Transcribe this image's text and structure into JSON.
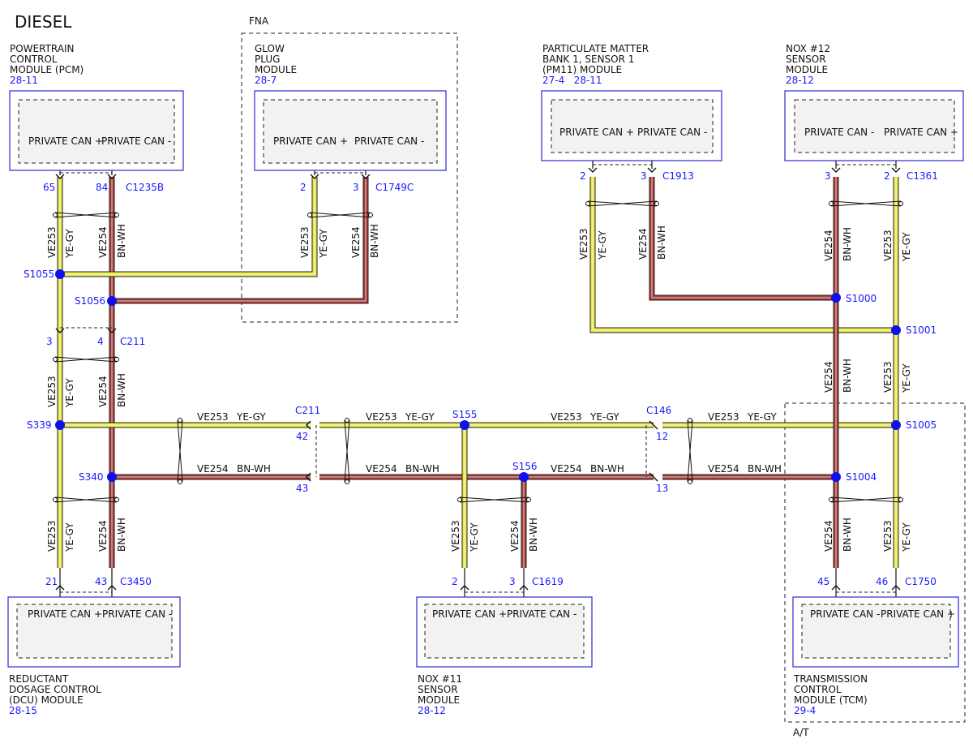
{
  "title": "DIESEL",
  "fna_label": "FNA",
  "at_label": "A/T",
  "colors": {
    "can_high": "#e8e84a",
    "can_low": "#a93b3b",
    "ref_blue": "#1a1aff",
    "splice_blue": "#1010ee",
    "module_fill": "#f2f2f2"
  },
  "modules": {
    "pcm": {
      "name": [
        "POWERTRAIN",
        "CONTROL",
        "MODULE (PCM)"
      ],
      "ref": "28-11",
      "pins": [
        "PRIVATE CAN +",
        "PRIVATE CAN -"
      ]
    },
    "gpm": {
      "name": [
        "GLOW",
        "PLUG",
        "MODULE"
      ],
      "ref": "28-7",
      "pins": [
        "PRIVATE CAN +",
        "PRIVATE CAN -"
      ]
    },
    "pm11": {
      "name": [
        "PARTICULATE MATTER",
        "BANK 1, SENSOR 1",
        "(PM11) MODULE"
      ],
      "ref": "27-4   28-11",
      "pins": [
        "PRIVATE CAN +",
        "PRIVATE CAN -"
      ]
    },
    "nox12": {
      "name": [
        "NOX #12",
        "SENSOR",
        "MODULE"
      ],
      "ref": "28-12",
      "pins": [
        "PRIVATE CAN -",
        "PRIVATE CAN +"
      ]
    },
    "dcu": {
      "name": [
        "REDUCTANT",
        "DOSAGE CONTROL",
        "(DCU) MODULE"
      ],
      "ref": "28-15",
      "pins": [
        "PRIVATE CAN +",
        "PRIVATE CAN -"
      ]
    },
    "nox11": {
      "name": [
        "NOX #11",
        "SENSOR",
        "MODULE"
      ],
      "ref": "28-12",
      "pins": [
        "PRIVATE CAN +",
        "PRIVATE CAN -"
      ]
    },
    "tcm": {
      "name": [
        "TRANSMISSION",
        "CONTROL",
        "MODULE (TCM)"
      ],
      "ref": "29-4",
      "pins": [
        "PRIVATE CAN -",
        "PRIVATE CAN +"
      ]
    }
  },
  "connectors": {
    "c1235b": {
      "name": "C1235B",
      "pin_a": "65",
      "pin_b": "84"
    },
    "c1749c": {
      "name": "C1749C",
      "pin_a": "2",
      "pin_b": "3"
    },
    "c1913": {
      "name": "C1913",
      "pin_a": "2",
      "pin_b": "3"
    },
    "c1361": {
      "name": "C1361",
      "pin_a": "3",
      "pin_b": "2"
    },
    "c211_v": {
      "name": "C211",
      "pin_a": "3",
      "pin_b": "4"
    },
    "c211_h": {
      "name": "C211",
      "pin_a": "42",
      "pin_b": "43"
    },
    "c146": {
      "name": "C146",
      "pin_a": "12",
      "pin_b": "13"
    },
    "c3450": {
      "name": "C3450",
      "pin_a": "21",
      "pin_b": "43"
    },
    "c1619": {
      "name": "C1619",
      "pin_a": "2",
      "pin_b": "3"
    },
    "c1750": {
      "name": "C1750",
      "pin_a": "45",
      "pin_b": "46"
    }
  },
  "splices": {
    "s1055": "S1055",
    "s1056": "S1056",
    "s339": "S339",
    "s340": "S340",
    "s155": "S155",
    "s156": "S156",
    "s1000": "S1000",
    "s1001": "S1001",
    "s1005": "S1005",
    "s1004": "S1004"
  },
  "wires": {
    "can_high": {
      "circuit": "VE253",
      "color": "YE-GY"
    },
    "can_low": {
      "circuit": "VE254",
      "color": "BN-WH"
    }
  }
}
